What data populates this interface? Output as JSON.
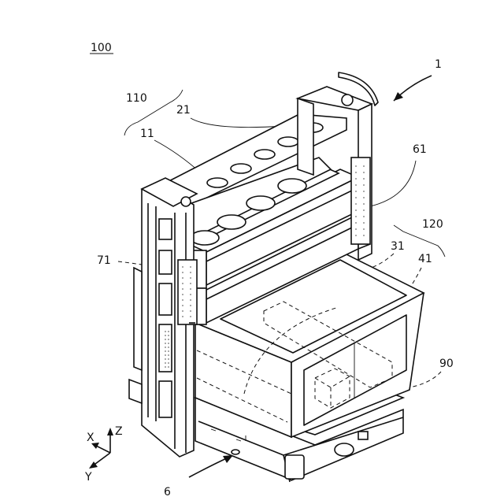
{
  "figure": {
    "ref_labels": {
      "assembly": "100",
      "robot": "1",
      "upper_group": "110",
      "lower_group": "120",
      "holes_top": "21",
      "holes_low": "11",
      "shelf": "61",
      "left_bracket": "71",
      "bin": "31",
      "bin_edge": "41",
      "cargo": "90",
      "base": "6"
    },
    "axes": {
      "x": "X",
      "y": "Y",
      "z": "Z"
    }
  }
}
